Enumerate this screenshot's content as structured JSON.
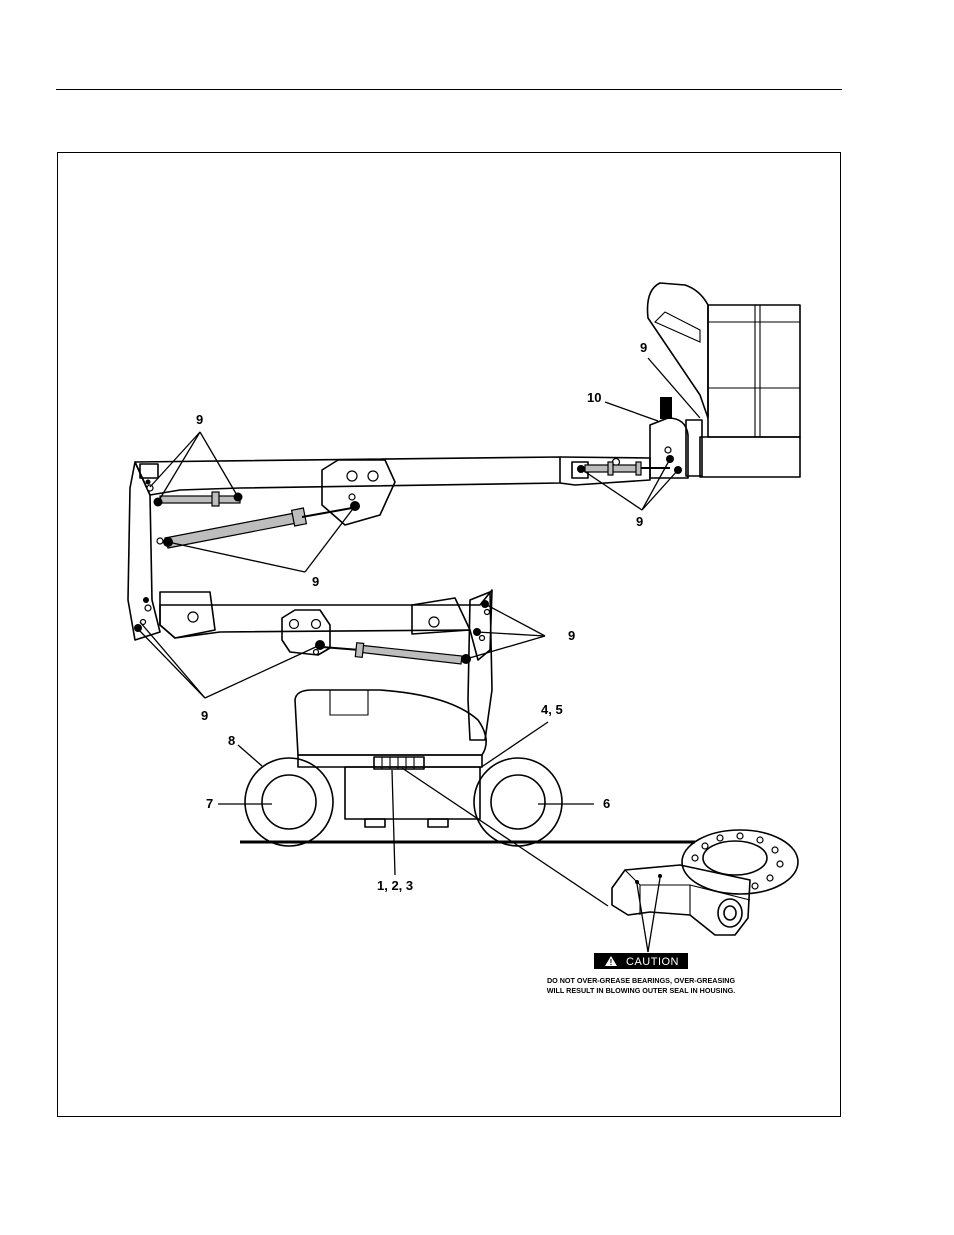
{
  "callouts": {
    "c9_basket": "9",
    "c10": "10",
    "c9_top_left": "9",
    "c9_jib": "9",
    "c9_upper_cyl": "9",
    "c9_lower_right": "9",
    "c9_lower_left": "9",
    "c4_5": "4, 5",
    "c8": "8",
    "c7": "7",
    "c6": "6",
    "c1_2_3": "1, 2, 3"
  },
  "caution": {
    "label": "CAUTION",
    "line1": "DO NOT OVER-GREASE BEARINGS, OVER-GREASING",
    "line2": "WILL RESULT IN BLOWING OUTER SEAL IN HOUSING."
  }
}
